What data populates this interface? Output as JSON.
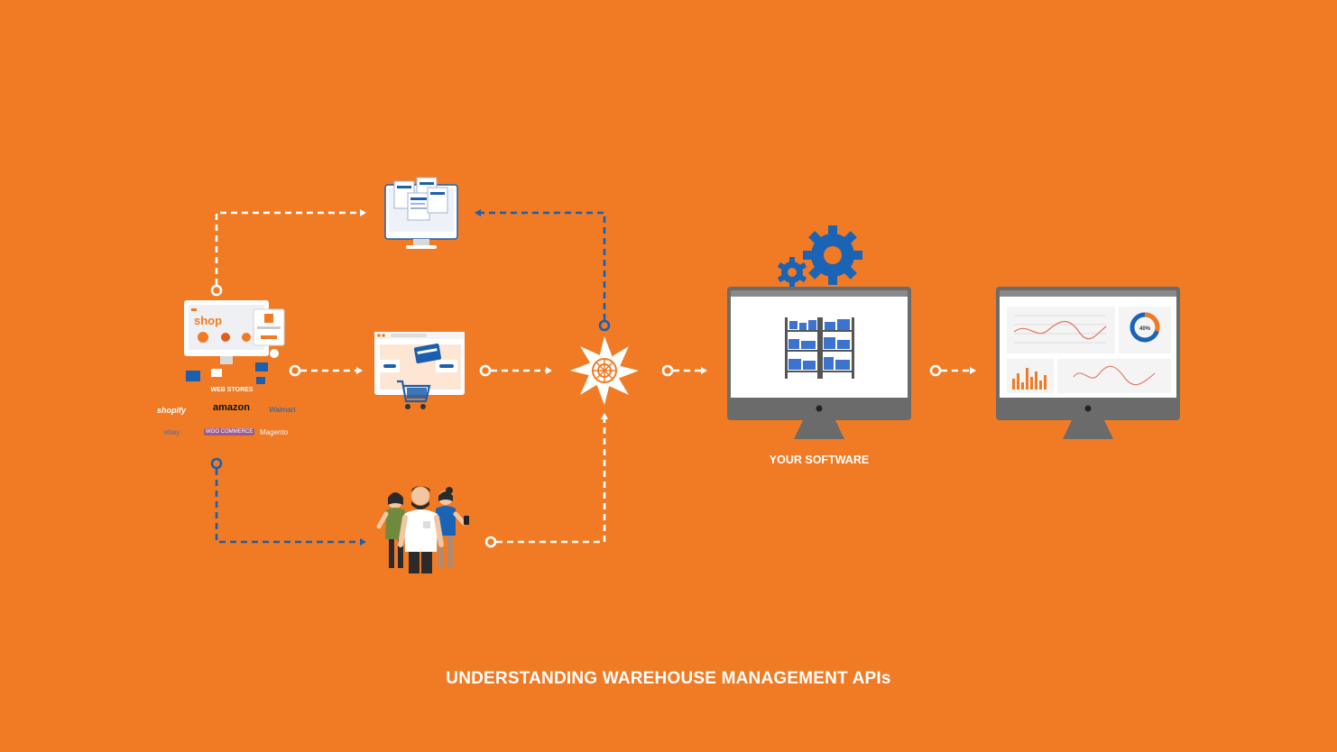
{
  "title": "UNDERSTANDING WAREHOUSE MANAGEMENT APIs",
  "your_software_label": "YOUR SOFTWARE",
  "web_stores": {
    "label": "WEB STORES",
    "shop_text": "shop",
    "logos": [
      "shopify",
      "amazon",
      "Walmart",
      "ebay",
      "WOO COMMERCE",
      "Magento"
    ]
  },
  "dashboard": {
    "donut_label": "40%"
  },
  "colors": {
    "background": "#f07b24",
    "white": "#ffffff",
    "blue": "#1b63b5",
    "monitor_gray": "#6b6b6b",
    "dashed_white": "#ffffff",
    "dashed_blue": "#1b5fae"
  },
  "icons": [
    "web-stores-icon",
    "documents-monitor-icon",
    "shopping-cart-browser-icon",
    "customers-people-icon",
    "api-hub-icon",
    "gears-icon",
    "warehouse-monitor-icon",
    "dashboard-monitor-icon"
  ]
}
